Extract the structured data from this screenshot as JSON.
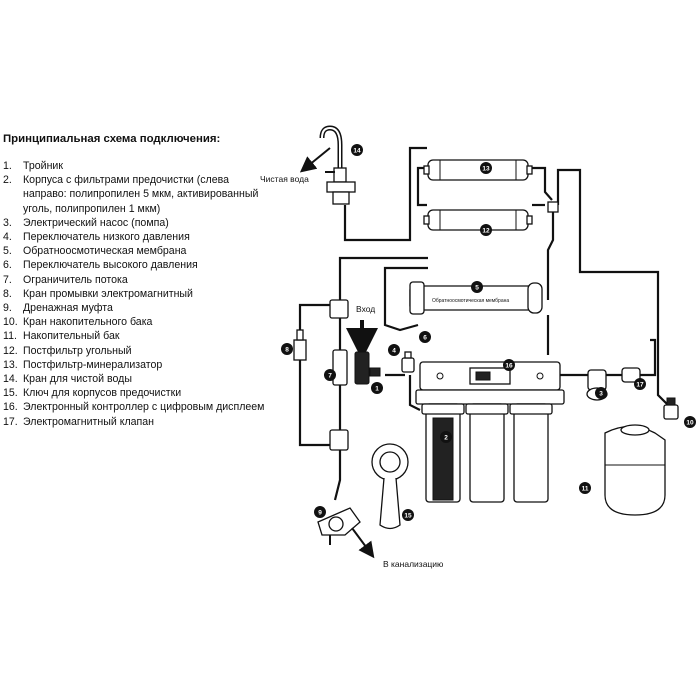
{
  "legend": {
    "title": "Принципиальная схема подключения:",
    "items": [
      {
        "num": "1.",
        "text": "Тройник"
      },
      {
        "num": "2.",
        "text": "Корпуса с фильтрами предочистки (слева направо: полипропилен 5 мкм, активированный уголь, полипропилен 1 мкм)"
      },
      {
        "num": "3.",
        "text": "Электрический насос (помпа)"
      },
      {
        "num": "4.",
        "text": "Переключатель низкого давления"
      },
      {
        "num": "5.",
        "text": "Обратноосмотическая мембрана"
      },
      {
        "num": "6.",
        "text": "Переключатель высокого давления"
      },
      {
        "num": "7.",
        "text": "Ограничитель потока"
      },
      {
        "num": "8.",
        "text": "Кран промывки электромагнитный"
      },
      {
        "num": "9.",
        "text": "Дренажная муфта"
      },
      {
        "num": "10.",
        "text": "Кран накопительного бака"
      },
      {
        "num": "11.",
        "text": "Накопительный бак"
      },
      {
        "num": "12.",
        "text": "Постфильтр угольный"
      },
      {
        "num": "13.",
        "text": "Постфильтр-минерализатор"
      },
      {
        "num": "14.",
        "text": "Кран для чистой воды"
      },
      {
        "num": "15.",
        "text": "Ключ для корпусов предочистки"
      },
      {
        "num": "16.",
        "text": "Электронный контроллер с цифровым дисплеем"
      },
      {
        "num": "17.",
        "text": "Электромагнитный клапан"
      }
    ]
  },
  "diagram": {
    "labels": {
      "clean_water": "Чистая вода",
      "inlet": "Вход",
      "drain": "В канализацию",
      "membrane_text": "Обратноосмотическая мембрана"
    },
    "badges": [
      "1",
      "2",
      "3",
      "4",
      "5",
      "6",
      "7",
      "8",
      "9",
      "10",
      "11",
      "12",
      "13",
      "14",
      "15",
      "16",
      "17"
    ]
  }
}
